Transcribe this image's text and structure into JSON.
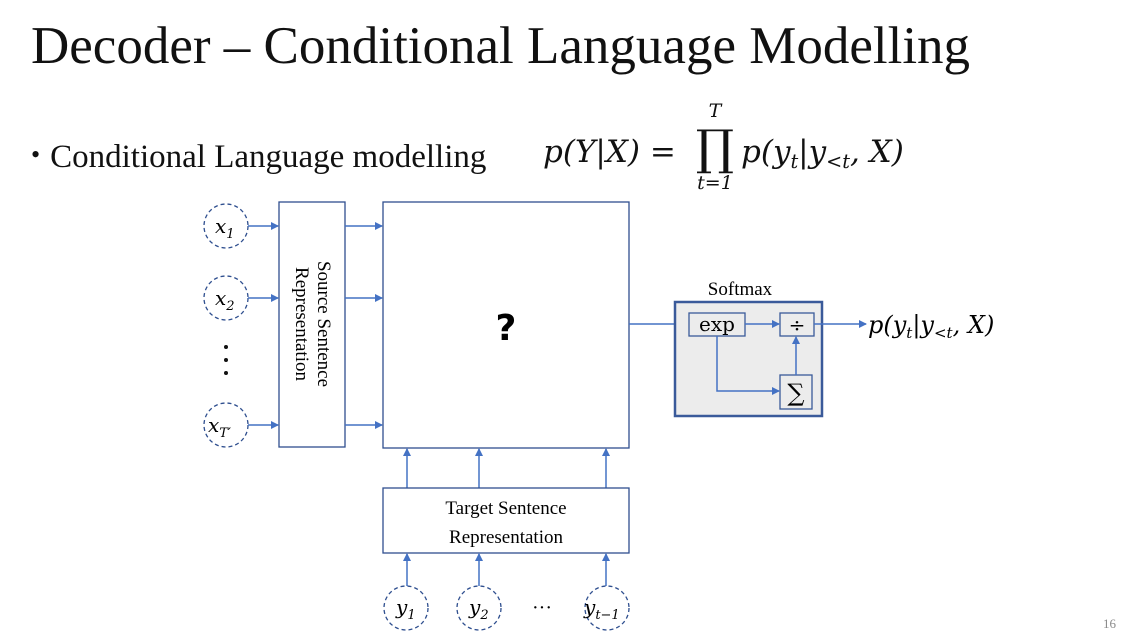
{
  "slide": {
    "title": "Decoder – Conditional Language Modelling",
    "bullet": "Conditional Language modelling",
    "page_number": "16"
  },
  "equation": {
    "lhs": "p(Y|X) =",
    "product_symbol": "∏",
    "product_upper": "T",
    "product_lower": "t=1",
    "rhs_prefix": "p(y",
    "rhs_sub1": "t",
    "rhs_mid": "|y",
    "rhs_sub2": "<t",
    "rhs_suffix": ", X)"
  },
  "diagram": {
    "colors": {
      "line": "#4472c4",
      "box_border": "#2f4f8f",
      "softmax_fill": "#ececec",
      "softmax_border": "#3a5a9a"
    },
    "source_inputs": [
      {
        "base": "x",
        "sub": "1"
      },
      {
        "base": "x",
        "sub": "2"
      },
      {
        "base": "⋮",
        "sub": ""
      },
      {
        "base": "x",
        "sub": "T′"
      }
    ],
    "source_box_label_line1": "Source Sentence",
    "source_box_label_line2": "Representation",
    "main_box_label": "?",
    "softmax": {
      "title": "Softmax",
      "exp_label": "exp",
      "divide_label": "÷",
      "sum_label": "∑"
    },
    "output": {
      "prefix": "p(y",
      "sub1": "t",
      "mid": "|y",
      "sub2": "<t",
      "suffix": ", X)"
    },
    "target_box_label_line1": "Target Sentence",
    "target_box_label_line2": "Representation",
    "target_inputs": [
      {
        "base": "y",
        "sub": "1"
      },
      {
        "base": "y",
        "sub": "2"
      },
      {
        "base": "···",
        "sub": ""
      },
      {
        "base": "y",
        "sub": "t−1"
      }
    ]
  }
}
